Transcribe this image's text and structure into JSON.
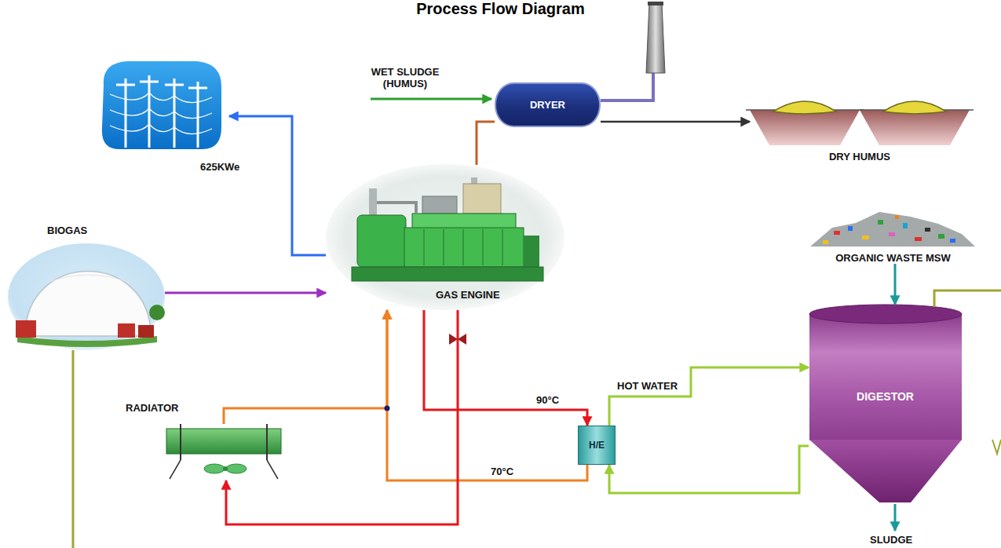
{
  "diagram": {
    "title": "Process Flow Diagram",
    "nodes": [
      {
        "text": [
          "DRYER"
        ]
      },
      {
        "text": [
          "DRY HUMUS"
        ]
      },
      {
        "text": [
          "GAS ENGINE"
        ]
      },
      {
        "text": [
          "BIOGAS"
        ]
      },
      {
        "text": [
          "ORGANIC WASTE MSW"
        ]
      },
      {
        "text": [
          "DIGESTOR"
        ]
      },
      {
        "text": [
          "RADIATOR"
        ]
      },
      {
        "text": [
          "H/E"
        ]
      }
    ],
    "edges": [
      {
        "from": 3,
        "to": 2,
        "arrow": "to"
      },
      {
        "from": 2,
        "to": 0,
        "arrow": "none"
      },
      {
        "from": 0,
        "to": 1,
        "arrow": "to"
      },
      {
        "from": 2,
        "to": 7,
        "label": "90°C",
        "arrow": "to"
      },
      {
        "from": 7,
        "to": 2,
        "label": "70°C",
        "arrow": "to"
      },
      {
        "from": 6,
        "to": 2,
        "arrow": "to"
      },
      {
        "from": 2,
        "to": 6,
        "arrow": "to"
      },
      {
        "from": 7,
        "to": 5,
        "label": "HOT WATER",
        "arrow": "to"
      },
      {
        "from": 5,
        "to": 7,
        "arrow": "to"
      },
      {
        "from": 4,
        "to": 5,
        "arrow": "to"
      }
    ],
    "labels": [
      "625KWe",
      "WET SLUDGE (HUMUS)",
      "SLUDGE"
    ]
  }
}
